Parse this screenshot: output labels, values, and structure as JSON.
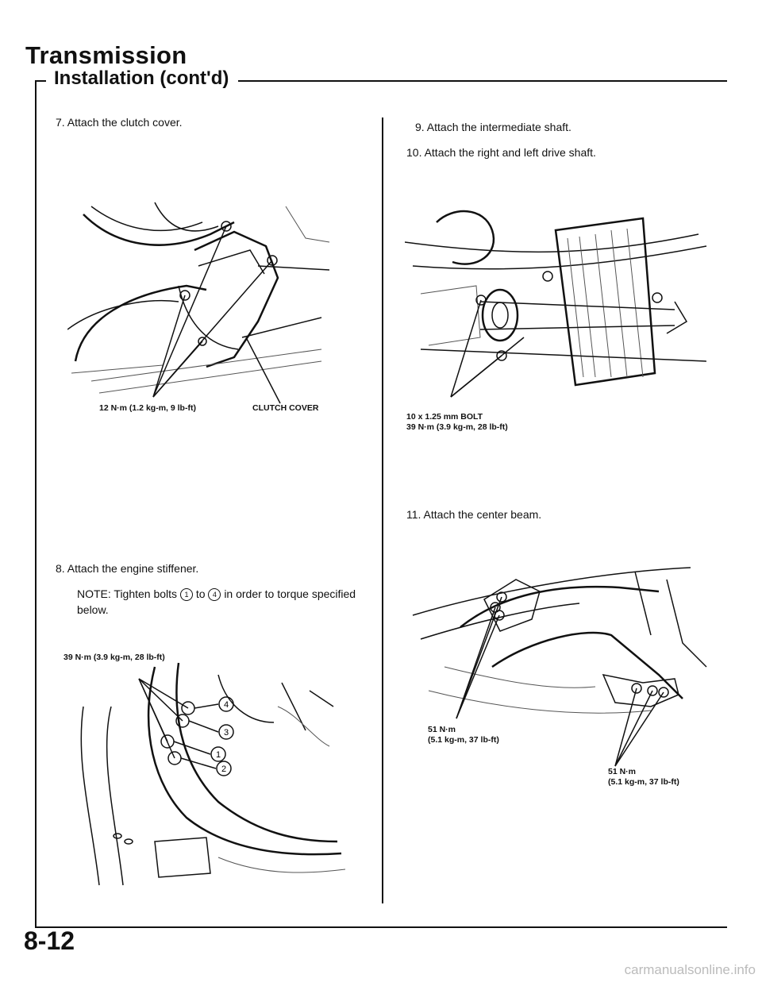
{
  "header": {
    "title": "Transmission",
    "subtitle": "Installation (cont'd)"
  },
  "left_column": {
    "step7": "7.  Attach the clutch cover.",
    "fig1_callout_torque": "12 N·m (1.2 kg-m, 9 lb-ft)",
    "fig1_callout_part": "CLUTCH COVER",
    "step8": "8.  Attach the engine stiffener.",
    "note_prefix": "NOTE:  Tighten bolts",
    "note_from": "1",
    "note_mid": "to",
    "note_to": "4",
    "note_suffix": "in order to torque specified below.",
    "fig2_callout_torque": "39 N·m (3.9 kg-m, 28 lb-ft)",
    "fig2_bolt_labels": [
      "4",
      "3",
      "1",
      "2"
    ]
  },
  "right_column": {
    "step9": "9.  Attach the intermediate shaft.",
    "step10": "10.  Attach the right and left drive shaft.",
    "fig3_callout_bolt": "10 x 1.25 mm BOLT",
    "fig3_callout_torque": "39 N·m (3.9 kg-m, 28 lb-ft)",
    "step11": "11.  Attach the center beam.",
    "fig4_callout_a_line1": "51 N·m",
    "fig4_callout_a_line2": "(5.1 kg-m, 37 lb-ft)",
    "fig4_callout_b_line1": "51 N·m",
    "fig4_callout_b_line2": "(5.1 kg-m, 37 lb-ft)"
  },
  "footer": {
    "page_number": "8-12",
    "watermark": "carmanualsonline.info"
  }
}
